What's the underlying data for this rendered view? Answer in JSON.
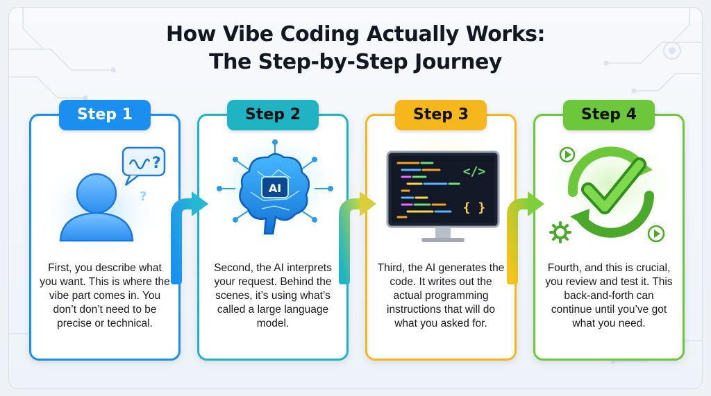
{
  "title": {
    "line1": "How Vibe Coding Actually Works:",
    "line2": "The Step-by-Step Journey"
  },
  "colors": {
    "step1": "#1a8ff0",
    "step2": "#1fb3c4",
    "step3": "#f6b71c",
    "step4": "#6cc83a"
  },
  "steps": [
    {
      "label": "Step 1",
      "icon": "person-thinking-icon",
      "text": "First, you describe what you want. This is where the vibe part comes in. You don’t don’t need to be precise or technical."
    },
    {
      "label": "Step 2",
      "icon": "ai-brain-icon",
      "brain_label": "AI",
      "text": "Second, the AI interprets your request. Behind the scenes, it’s using what’s called a large language model."
    },
    {
      "label": "Step 3",
      "icon": "code-monitor-icon",
      "text": "Third, the AI generates the code. It writes out the actual programming instructions that will do what you asked for."
    },
    {
      "label": "Step 4",
      "icon": "review-cycle-check-icon",
      "text": "Fourth, and this is crucial, you review and test it. This back-and-forth can continue until you’ve got what you need."
    }
  ]
}
